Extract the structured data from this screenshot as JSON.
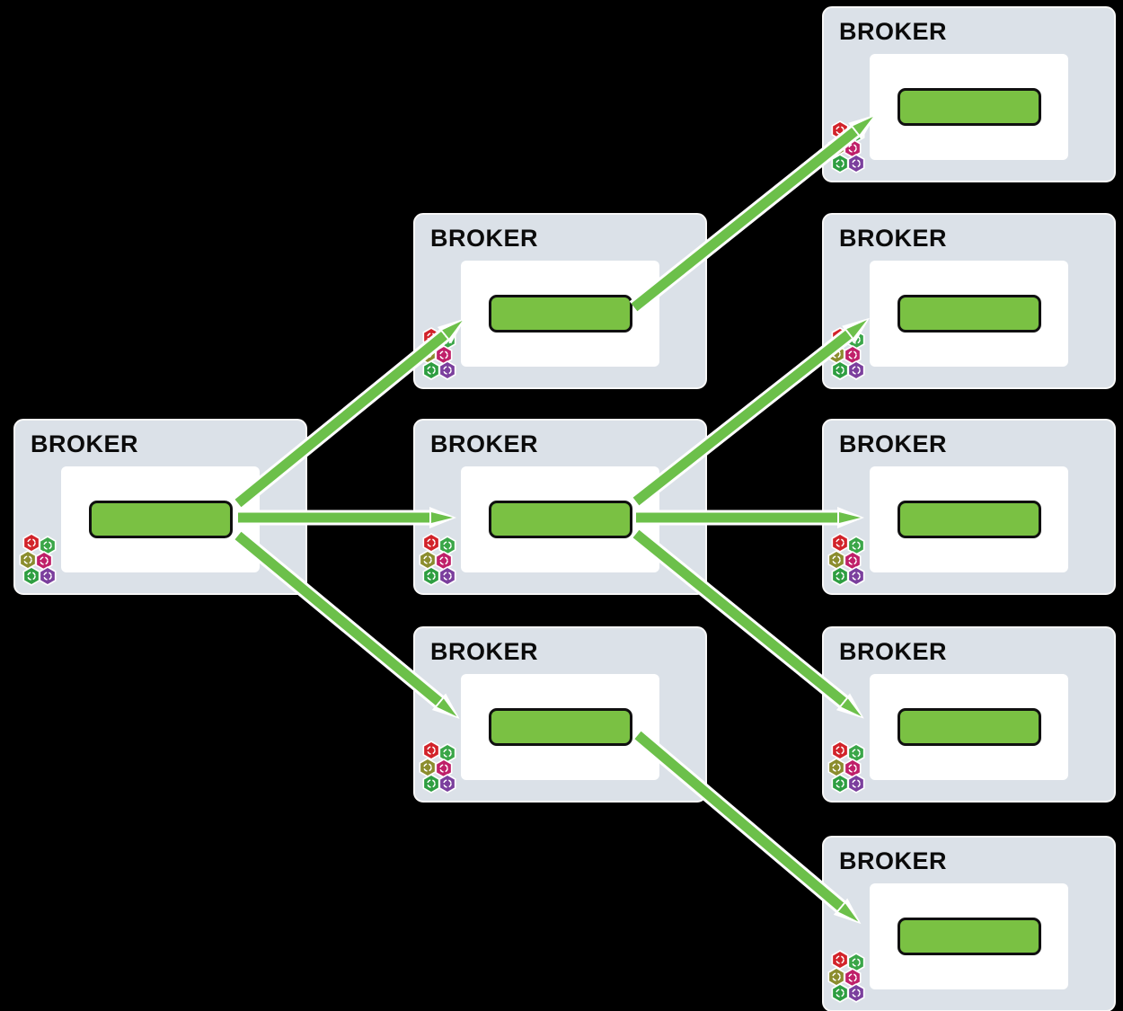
{
  "diagram": {
    "type": "broker-fanout-topology",
    "colors": {
      "background": "#000000",
      "node_fill": "#dbe1e8",
      "node_border": "#f8f8f8",
      "panel_fill": "#ffffff",
      "queue_fill": "#7ac143",
      "queue_border": "#101010",
      "arrow_green": "#6cc04a",
      "arrow_outline": "#ffffff",
      "label_color": "#0b0b0b"
    },
    "icons": {
      "node_badge": "hexagon-cluster-icon"
    },
    "nodes": [
      {
        "id": "broker-left",
        "label": "BROKER"
      },
      {
        "id": "broker-mid-top",
        "label": "BROKER"
      },
      {
        "id": "broker-mid-center",
        "label": "BROKER"
      },
      {
        "id": "broker-mid-bottom",
        "label": "BROKER"
      },
      {
        "id": "broker-right-1",
        "label": "BROKER"
      },
      {
        "id": "broker-right-2",
        "label": "BROKER"
      },
      {
        "id": "broker-right-3",
        "label": "BROKER"
      },
      {
        "id": "broker-right-4",
        "label": "BROKER"
      },
      {
        "id": "broker-right-5",
        "label": "BROKER"
      }
    ],
    "edges": [
      {
        "from": "broker-left",
        "to": "broker-mid-top"
      },
      {
        "from": "broker-left",
        "to": "broker-mid-center"
      },
      {
        "from": "broker-left",
        "to": "broker-mid-bottom"
      },
      {
        "from": "broker-mid-top",
        "to": "broker-right-1"
      },
      {
        "from": "broker-mid-center",
        "to": "broker-right-2"
      },
      {
        "from": "broker-mid-center",
        "to": "broker-right-3"
      },
      {
        "from": "broker-mid-center",
        "to": "broker-right-4"
      },
      {
        "from": "broker-mid-bottom",
        "to": "broker-right-5"
      }
    ]
  }
}
